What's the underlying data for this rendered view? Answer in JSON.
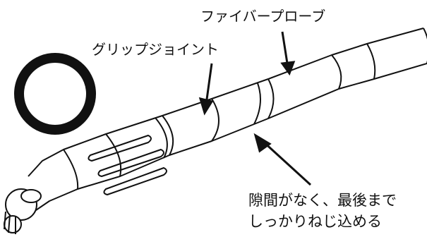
{
  "labels": {
    "fiber_probe": "ファイバープローブ",
    "grip_joint": "グリップジョイント",
    "note_line1": "隙間がなく、最後まで",
    "note_line2": "しっかりねじ込める"
  },
  "colors": {
    "line": "#111111",
    "ring": "#111111",
    "background": "#ffffff"
  },
  "icons": [
    "ring-icon",
    "arrow-icon"
  ]
}
